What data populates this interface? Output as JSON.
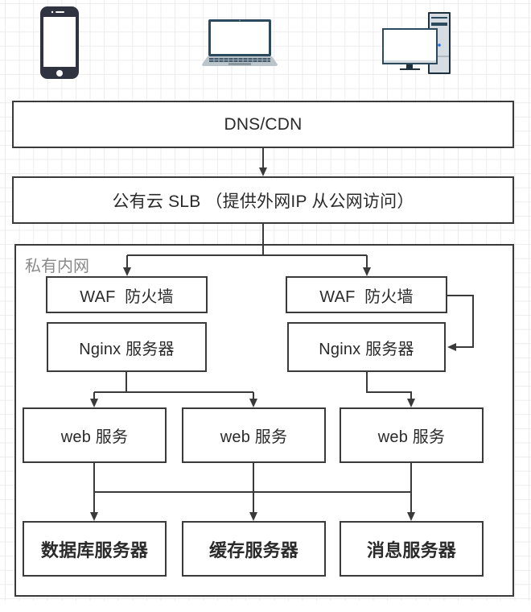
{
  "diagram": {
    "clients": [
      {
        "name": "phone",
        "icon": "smartphone-icon"
      },
      {
        "name": "laptop",
        "icon": "laptop-icon"
      },
      {
        "name": "desktop",
        "icon": "desktop-computer-icon"
      }
    ],
    "dns_cdn": "DNS/CDN",
    "slb": "公有云 SLB （提供外网IP 从公网访问）",
    "private_network": {
      "label": "私有内网",
      "waf": [
        "WAF  防火墙",
        "WAF  防火墙"
      ],
      "nginx": [
        "Nginx 服务器",
        "Nginx 服务器"
      ],
      "web": [
        "web 服务",
        "web 服务",
        "web 服务"
      ],
      "backends": [
        "数据库服务器",
        "缓存服务器",
        "消息服务器"
      ]
    },
    "colors": {
      "stroke": "#3a3a3a",
      "device_dark": "#2f3440",
      "device_navy": "#2c4a5e",
      "device_gray": "#b9c4cb",
      "indicator": "#1a73e8",
      "label_gray": "#8a8a8a"
    }
  }
}
